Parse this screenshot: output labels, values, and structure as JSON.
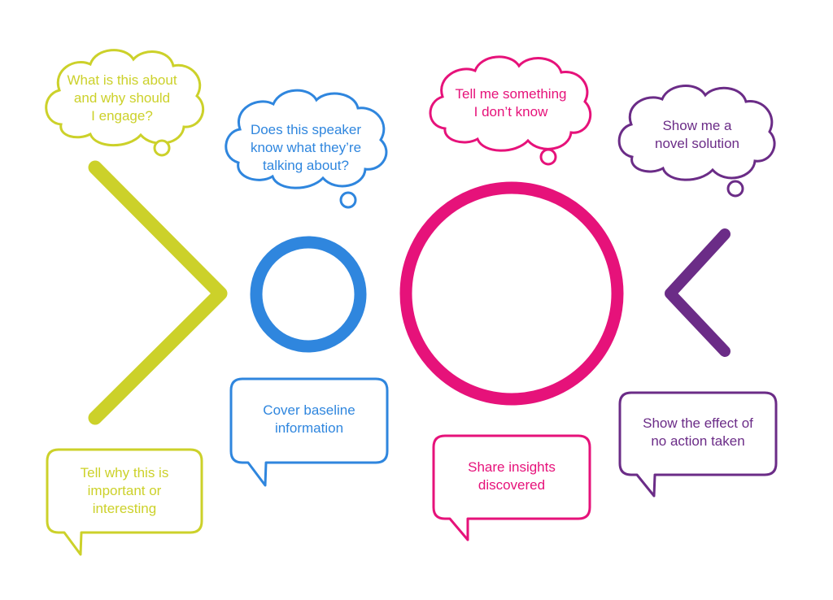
{
  "colors": {
    "yellow": "#ccd12a",
    "blue": "#2f86de",
    "pink": "#e6127a",
    "purple": "#6b2c87"
  },
  "thoughts": {
    "yellow": "What is this about\nand why should\nI engage?",
    "blue": "Does this speaker\nknow what they’re\ntalking about?",
    "pink": "Tell me something\nI don’t know",
    "purple": "Show me a\nnovel solution"
  },
  "speech": {
    "yellow": "Tell why this is\nimportant or\ninteresting",
    "blue": "Cover baseline\ninformation",
    "pink": "Share insights\ndiscovered",
    "purple": "Show the effect of\nno action taken"
  },
  "shapes": {
    "yellow": "greater-than-chevron",
    "blue": "small-circle",
    "pink": "large-circle",
    "purple": "less-than-chevron"
  }
}
